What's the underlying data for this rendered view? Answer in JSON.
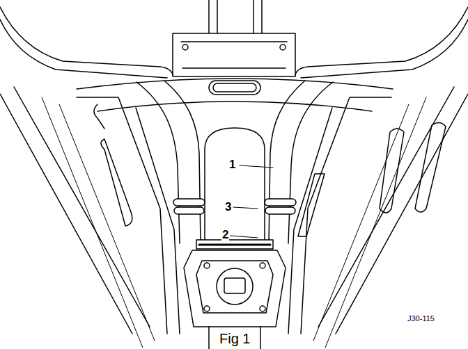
{
  "diagram": {
    "caption": "Fig 1",
    "labels": [
      "1",
      "3",
      "2",
      "J30-115"
    ]
  }
}
